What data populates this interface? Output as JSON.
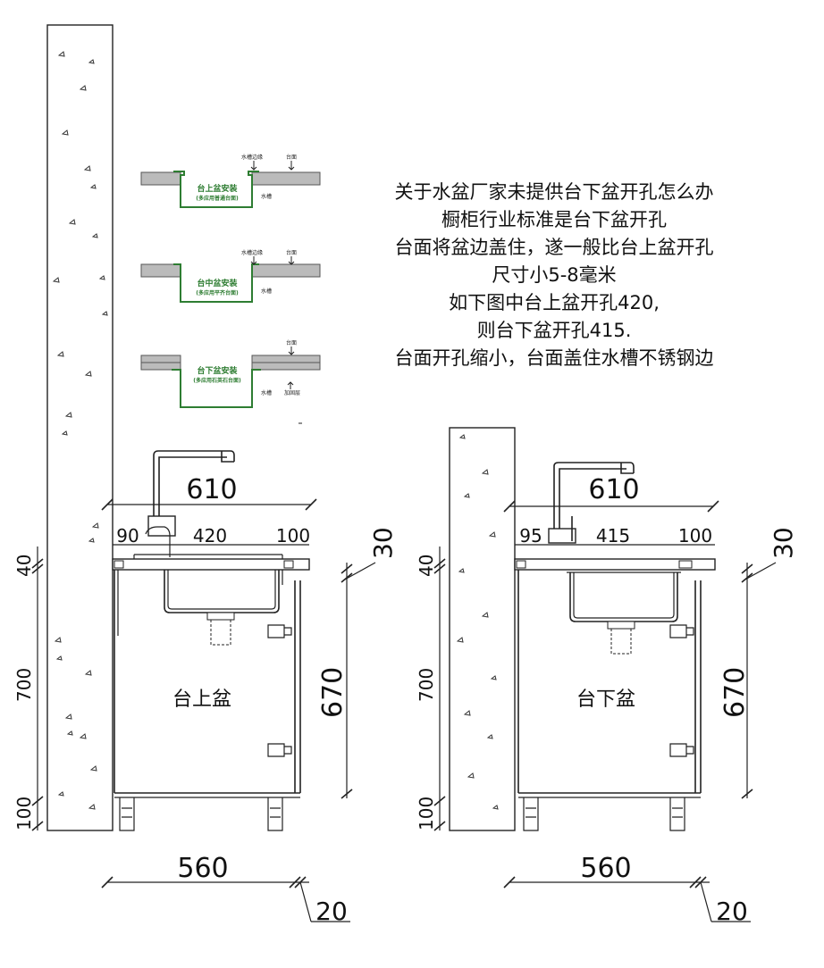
{
  "note_lines": [
    "关于水盆厂家未提供台下盆开孔怎么办",
    "橱柜行业标准是台下盆开孔",
    "台面将盆边盖住，遂一般比台上盆开孔",
    "尺寸小5-8毫米",
    "如下图中台上盆开孔420,",
    "则台下盆开孔415.",
    "台面开孔缩小，台面盖住水槽不锈钢边"
  ],
  "install_types": {
    "top": {
      "title": "台上盆安装",
      "subtitle": "(多应用普通台面)",
      "label_a": "水槽边缘",
      "label_b": "台面",
      "label_c": "水槽"
    },
    "mid": {
      "title": "台中盆安装",
      "subtitle": "(多应用平齐台面)",
      "label_a": "水槽边缘",
      "label_b": "台面",
      "label_c": "水槽"
    },
    "under": {
      "title": "台下盆安装",
      "subtitle": "(多应用石英石台面)",
      "label_b": "台面",
      "label_c": "水槽",
      "label_d": "加固层"
    }
  },
  "left_cabinet": {
    "name": "台上盆",
    "top_width": "610",
    "left_margin": "90",
    "hole": "420",
    "right_margin": "100",
    "counter_thickness": "30",
    "cabinet_height": "670",
    "wall_top": "40",
    "wall_mid": "700",
    "wall_base": "100",
    "bottom_width": "560",
    "gap": "20"
  },
  "right_cabinet": {
    "name": "台下盆",
    "top_width": "610",
    "left_margin": "95",
    "hole": "415",
    "right_margin": "100",
    "counter_thickness": "30",
    "cabinet_height": "670",
    "wall_top": "40",
    "wall_mid": "700",
    "wall_base": "100",
    "bottom_width": "560",
    "gap": "20"
  }
}
